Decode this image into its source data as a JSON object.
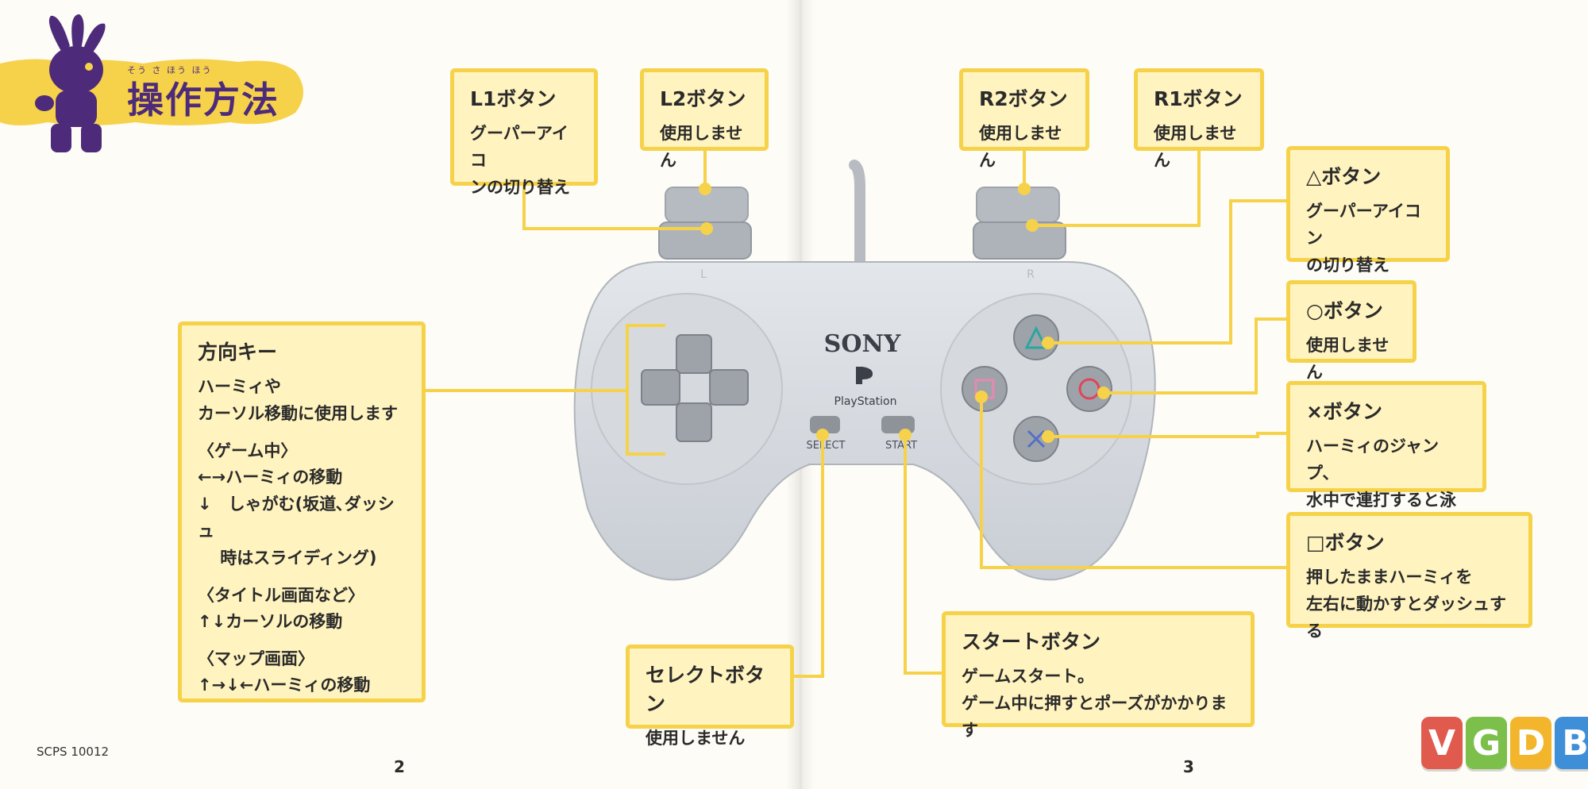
{
  "header": {
    "title": "操作方法",
    "title_ruby": "そう さ ほう ほう"
  },
  "boxes": {
    "l1": {
      "heading": "L1ボタン",
      "desc": "グーパーアイコ\nンの切り替え"
    },
    "l2": {
      "heading": "L2ボタン",
      "desc": "使用しません"
    },
    "r2": {
      "heading": "R2ボタン",
      "desc": "使用しません"
    },
    "r1": {
      "heading": "R1ボタン",
      "desc": "使用しません"
    },
    "triangle": {
      "heading": "△ボタン",
      "desc": "グーパーアイコン\nの切り替え"
    },
    "circle": {
      "heading": "○ボタン",
      "desc": "使用しません"
    },
    "cross": {
      "heading": "×ボタン",
      "desc": "ハーミィのジャンプ、\n水中で連打すると泳ぐ"
    },
    "square": {
      "heading": "□ボタン",
      "desc": "押したままハーミィを\n左右に動かすとダッシュする"
    },
    "start": {
      "heading": "スタートボタン",
      "desc": "ゲームスタート。\nゲーム中に押すとポーズがかかります"
    },
    "select": {
      "heading": "セレクトボタン",
      "desc": "使用しません"
    },
    "dpad": {
      "heading": "方向キー",
      "desc": "ハーミィや\nカーソル移動に使用します",
      "game_title": "〈ゲーム中〉",
      "game_lines": "←→ハーミィの移動\n↓　しゃがむ(坂道､ダッシュ\n　  時はスライディング)",
      "title_screen_title": "〈タイトル画面など〉",
      "title_screen_lines": "↑↓カーソルの移動",
      "map_title": "〈マップ画面〉",
      "map_lines": "↑→↓←ハーミィの移動"
    }
  },
  "controller": {
    "brand": "SONY",
    "logo_text": "PlayStation",
    "select_label": "SELECT",
    "start_label": "START",
    "l_label": "L",
    "r_label": "R"
  },
  "footer": {
    "product_code": "SCPS 10012",
    "page_left": "2",
    "page_right": "3"
  },
  "watermark": {
    "letters": [
      "V",
      "G",
      "D",
      "B"
    ],
    "colors": [
      "#e05a4e",
      "#7cbf4a",
      "#f2b52b",
      "#3f8fd8"
    ]
  },
  "colors": {
    "box_fill": "#fff3bf",
    "box_border": "#f6d24a",
    "title_purple": "#4e2b7a",
    "band_yellow": "#f6d24a"
  }
}
